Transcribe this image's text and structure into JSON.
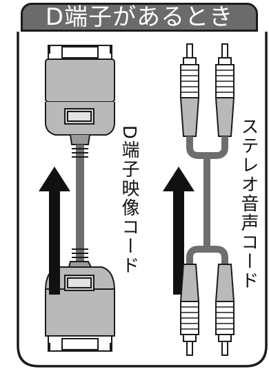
{
  "title": "D端子があるとき",
  "labels": {
    "d_cable": "D端子映像コード",
    "stereo_cable": "ステレオ音声コード"
  },
  "colors": {
    "frame": "#1a1a1a",
    "title_bg": "#6b6b6b",
    "title_text": "#ffffff",
    "connector_gray": "#b9b9b9",
    "cable_gray": "#6e6e6e",
    "arrow": "#111111"
  }
}
